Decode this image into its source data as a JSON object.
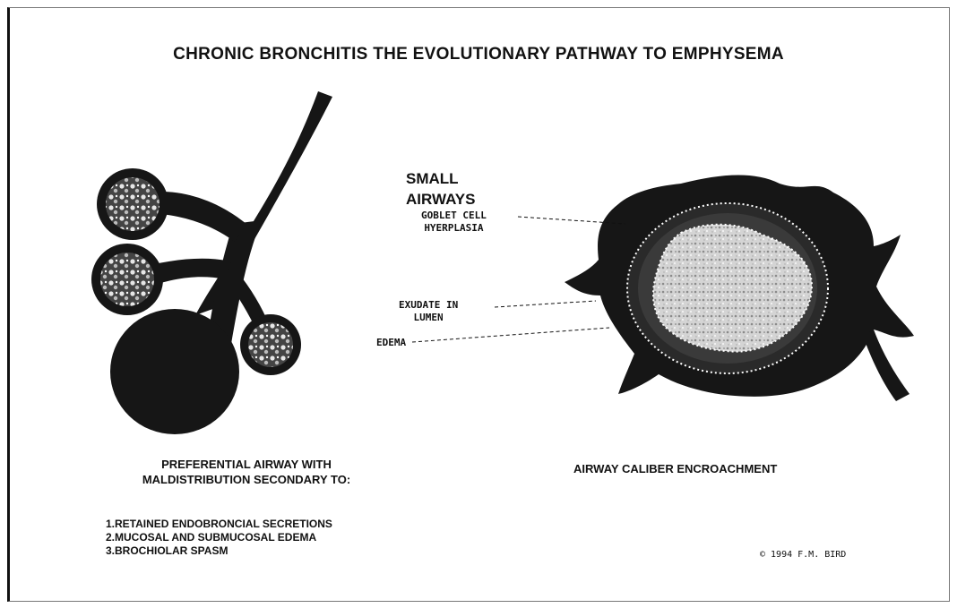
{
  "title": "CHRONIC BRONCHITIS THE EVOLUTIONARY PATHWAY TO EMPHYSEMA",
  "labels": {
    "small_airways_line1": "SMALL",
    "small_airways_line2": "AIRWAYS",
    "goblet_line1": "GOBLET CELL",
    "goblet_line2": "HYERPLASIA",
    "exudate_line1": "EXUDATE IN",
    "exudate_line2": "LUMEN",
    "edema": "EDEMA"
  },
  "captions": {
    "preferential_line1": "PREFERENTIAL AIRWAY WITH",
    "preferential_line2": "MALDISTRIBUTION SECONDARY TO:",
    "caliber": "AIRWAY CALIBER ENCROACHMENT"
  },
  "list": [
    "1.RETAINED ENDOBRONCIAL SECRETIONS",
    "2.MUCOSAL AND SUBMUCOSAL EDEMA",
    "3.BROCHIOLAR SPASM"
  ],
  "copyright": "© 1994 F.M. BIRD",
  "colors": {
    "ink": "#111111",
    "lumen": "#c8c8c8",
    "alveoli": "#bdbdbd"
  }
}
